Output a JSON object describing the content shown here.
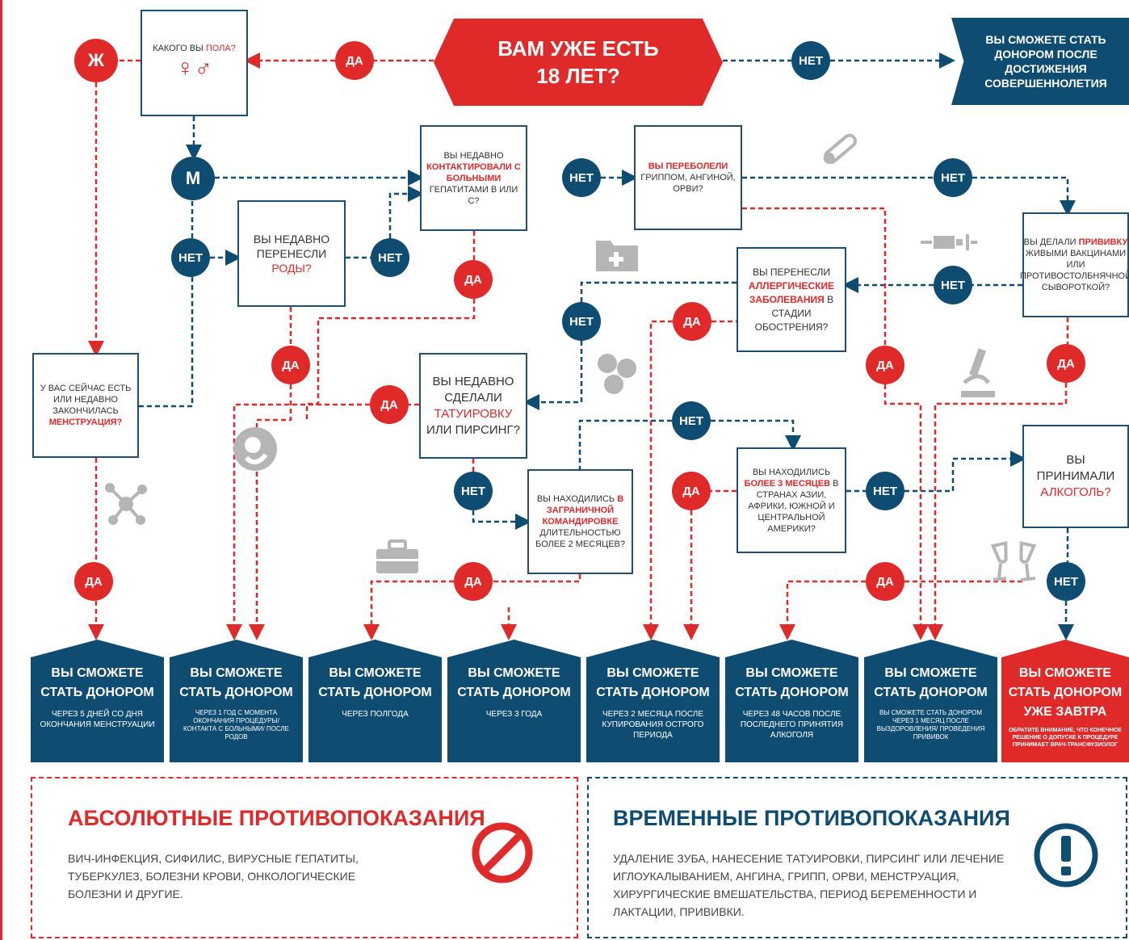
{
  "top": {
    "age_question": "ВАМ УЖЕ ЕСТЬ 18 ЛЕТ?",
    "underage_outcome": "ВЫ СМОЖЕТЕ СТАТЬ ДОНОРОМ ПОСЛЕ ДОСТИЖЕНИЯ СОВЕРШЕННОЛЕТИЯ"
  },
  "labels": {
    "yes": "ДА",
    "no": "НЕТ",
    "female": "Ж",
    "male": "М",
    "gender_symbols": "♀♂"
  },
  "questions": {
    "gender": {
      "pre": "КАКОГО ВЫ ",
      "hl": "ПОЛА?",
      "post": ""
    },
    "contact": {
      "pre": "ВЫ НЕДАВНО ",
      "hl": "КОНТАКТИРОВАЛИ С БОЛЬНЫМИ",
      "post": " ГЕПАТИТАМИ В ИЛИ С?"
    },
    "flu": {
      "pre": "",
      "hl": "ВЫ ПЕРЕБОЛЕЛИ",
      "post": " ГРИППОМ, АНГИНОЙ, ОРВИ?"
    },
    "births": {
      "pre": "ВЫ НЕДАВНО ПЕРЕНЕСЛИ ",
      "hl": "РОДЫ?",
      "post": ""
    },
    "vaccine": {
      "pre": "ВЫ ДЕЛАЛИ ",
      "hl": "ПРИВИВКУ",
      "post": " ЖИВЫМИ ВАКЦИНАМИ ИЛИ ПРОТИВОСТОЛБНЯЧНОЙ СЫВОРОТКОЙ?"
    },
    "allergy": {
      "pre": "ВЫ ПЕРЕНЕСЛИ ",
      "hl": "АЛЛЕРГИЧЕСКИЕ ЗАБОЛЕВАНИЯ",
      "post": " В СТАДИИ ОБОСТРЕНИЯ?"
    },
    "menstruation": {
      "pre": "У ВАС СЕЙЧАС ЕСТЬ ИЛИ НЕДАВНО ЗАКОНЧИЛАСЬ ",
      "hl": "МЕНСТРУАЦИЯ?",
      "post": ""
    },
    "tattoo": {
      "pre": "ВЫ НЕДАВНО СДЕЛАЛИ ",
      "hl": "ТАТУИРОВКУ",
      "post": " ИЛИ ПИРСИНГ?"
    },
    "travel": {
      "pre": "ВЫ НАХОДИЛИСЬ ",
      "hl": "БОЛЕЕ 3 МЕСЯЦЕВ",
      "post": " В СТРАНАХ АЗИИ, АФРИКИ, ЮЖНОЙ И ЦЕНТРАЛЬНОЙ АМЕРИКИ?"
    },
    "trip": {
      "pre": "ВЫ НАХОДИЛИСЬ ",
      "hl": "В ЗАГРАНИЧНОЙ КОМАНДИРОВКЕ",
      "post": " ДЛИТЕЛЬНОСТЬЮ БОЛЕЕ 2 МЕСЯЦЕВ?"
    },
    "alcohol": {
      "pre": "ВЫ ПРИНИМАЛИ ",
      "hl": "АЛКОГОЛЬ?",
      "post": ""
    }
  },
  "outcomes": [
    {
      "title": "ВЫ СМОЖЕТЕ СТАТЬ ДОНОРОМ",
      "detail": "ЧЕРЕЗ 5 ДНЕЙ СО ДНЯ ОКОНЧАНИЯ МЕНСТРУАЦИИ",
      "note": "",
      "color": "#0f4c71"
    },
    {
      "title": "ВЫ СМОЖЕТЕ СТАТЬ ДОНОРОМ",
      "detail": "ЧЕРЕЗ 1 ГОД С МОМЕНТА ОКОНЧАНИЯ ПРОЦЕДУРЫ/ КОНТАКТА С БОЛЬНЫМИ/ ПОСЛЕ РОДОВ",
      "note": "",
      "color": "#0f4c71"
    },
    {
      "title": "ВЫ СМОЖЕТЕ СТАТЬ ДОНОРОМ",
      "detail": "ЧЕРЕЗ ПОЛГОДА",
      "note": "",
      "color": "#0f4c71"
    },
    {
      "title": "ВЫ СМОЖЕТЕ СТАТЬ ДОНОРОМ",
      "detail": "ЧЕРЕЗ 3 ГОДА",
      "note": "",
      "color": "#0f4c71"
    },
    {
      "title": "ВЫ СМОЖЕТЕ СТАТЬ ДОНОРОМ",
      "detail": "ЧЕРЕЗ 2 МЕСЯЦА ПОСЛЕ КУПИРОВАНИЯ ОСТРОГО ПЕРИОДА",
      "note": "",
      "color": "#0f4c71"
    },
    {
      "title": "ВЫ СМОЖЕТЕ СТАТЬ ДОНОРОМ",
      "detail": "ЧЕРЕЗ 48 ЧАСОВ ПОСЛЕ ПОСЛЕДНЕГО ПРИНЯТИЯ АЛКОГОЛЯ",
      "note": "",
      "color": "#0f4c71"
    },
    {
      "title": "ВЫ СМОЖЕТЕ СТАТЬ ДОНОРОМ",
      "detail": "ВЫ СМОЖЕТЕ СТАТЬ ДОНОРОМ ЧЕРЕЗ 1 МЕСЯЦ ПОСЛЕ ВЫЗДОРОВЛЕНИЯ/ ПРОВЕДЕНИЯ ПРИВИВОК",
      "note": "",
      "color": "#0f4c71"
    },
    {
      "title": "ВЫ СМОЖЕТЕ СТАТЬ ДОНОРОМ УЖЕ ЗАВТРА",
      "detail": "",
      "note": "ОБРАТИТЕ ВНИМАНИЕ, ЧТО КОНЕЧНОЕ РЕШЕНИЕ О ДОПУСКЕ К ПРОЦЕДУРЕ ПРИНИМАЕТ ВРАЧ-ТРАНСФУЗИОЛОГ",
      "color": "#e02a2a"
    }
  ],
  "absolute": {
    "title": "АБСОЛЮТНЫЕ ПРОТИВОПОКАЗАНИЯ",
    "text": "ВИЧ-ИНФЕКЦИЯ, СИФИЛИС, ВИРУСНЫЕ ГЕПАТИТЫ, ТУБЕРКУЛЕЗ, БОЛЕЗНИ КРОВИ, ОНКОЛОГИЧЕСКИЕ БОЛЕЗНИ И ДРУГИЕ.",
    "icon": "prohibited-icon",
    "color": "#e02a2a"
  },
  "temporary": {
    "title": "ВРЕМЕННЫЕ ПРОТИВОПОКАЗАНИЯ",
    "text": "УДАЛЕНИЕ ЗУБА, НАНЕСЕНИЕ ТАТУИРОВКИ, ПИРСИНГ ИЛИ ЛЕЧЕНИЕ ИГЛОУКАЛЫВАНИЕМ, АНГИНА, ГРИПП, ОРВИ, МЕНСТРУАЦИЯ, ХИРУРГИЧЕСКИЕ ВМЕШАТЕЛЬСТВА, ПЕРИОД БЕРЕМЕННОСТИ И ЛАКТАЦИИ, ПРИВИВКИ.",
    "icon": "exclamation-icon",
    "color": "#0f4c71"
  },
  "colors": {
    "red": "#e02a2a",
    "blue": "#0f4c71",
    "icon_gray": "#b5b5b5"
  }
}
